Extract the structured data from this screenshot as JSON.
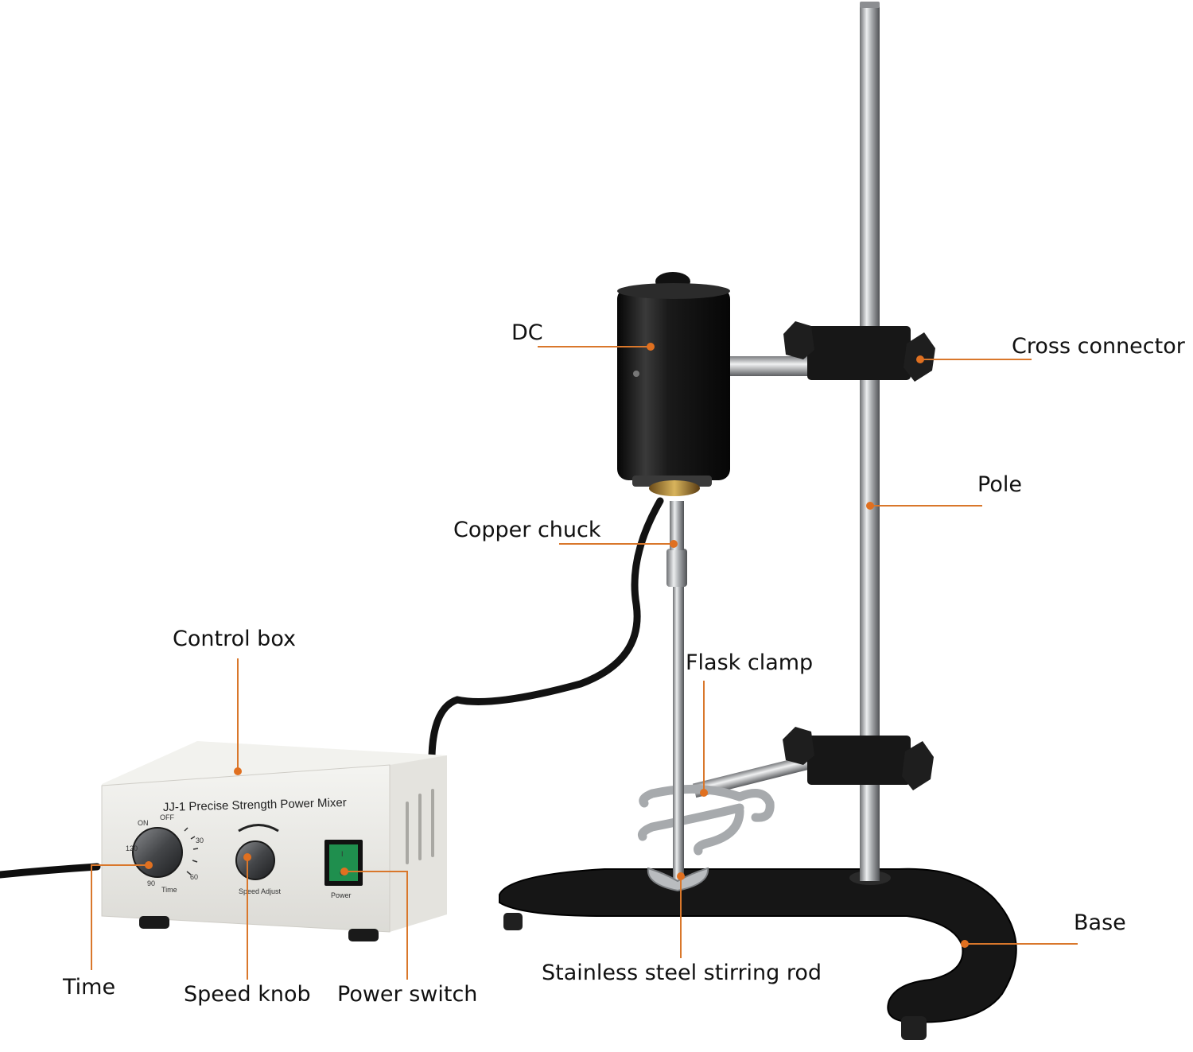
{
  "colors": {
    "leader_line": "#d9772b",
    "leader_dot": "#e07020",
    "metal_black": "#161616",
    "steel": "#b9bcbf",
    "panel": "#ecebe6"
  },
  "labels": {
    "dc": "DC",
    "cross_connector": "Cross connector",
    "pole": "Pole",
    "copper_chuck": "Copper chuck",
    "control_box": "Control box",
    "flask_clamp": "Flask clamp",
    "base": "Base",
    "stirring_rod": "Stainless steel stirring rod",
    "time": "Time",
    "speed_knob": "Speed knob",
    "power_switch": "Power switch"
  },
  "device": {
    "panel_title": "JJ-1 Precise Strength Power Mixer",
    "timer_on": "ON",
    "timer_off": "OFF",
    "timer_30": "30",
    "timer_60": "60",
    "timer_90": "90",
    "timer_120": "120",
    "timer_label": "Time",
    "speed_label": "Speed Adjust",
    "power_label": "Power",
    "switch_on": "I",
    "switch_off": "O"
  }
}
